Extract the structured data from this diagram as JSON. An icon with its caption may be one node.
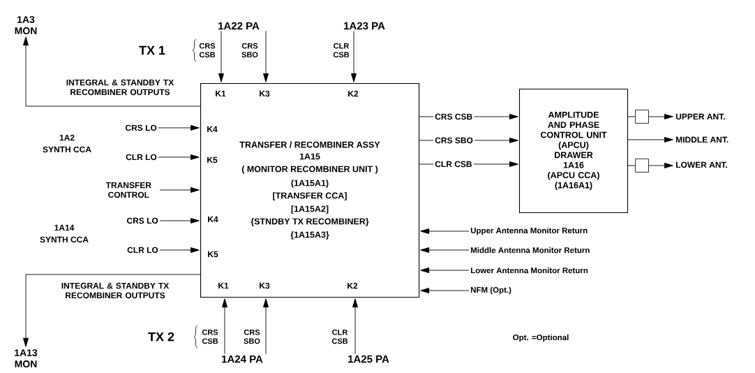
{
  "diagram": {
    "nodes": [
      {
        "text": [
          "TRANSFER / RECOMBINER ASSY",
          "1A15",
          "( MONITOR RECOMBINER UNIT )",
          "(1A15A1)",
          "[TRANSFER CCA]",
          "[1A15A2]",
          "{STNDBY TX RECOMBINER}",
          "{1A15A3}"
        ]
      },
      {
        "text": [
          "AMPLITUDE AND PHASE CONTROL UNIT",
          "(APCU)",
          "DRAWER",
          "1A16",
          "(APCU CCA)",
          "(1A16A1)"
        ]
      },
      {
        "text": [],
        "shape": "box"
      },
      {
        "text": [],
        "shape": "box"
      },
      {
        "text": [
          "1A3 MON"
        ]
      },
      {
        "text": [
          "1A13 MON"
        ]
      },
      {
        "text": [
          "CRS LO"
        ]
      },
      {
        "text": [
          "CLR LO"
        ]
      },
      {
        "text": [
          "TRANSFER CONTROL"
        ]
      },
      {
        "text": [
          "CRS LO"
        ]
      },
      {
        "text": [
          "CLR LO"
        ]
      },
      {
        "text": [
          "CRS CSB"
        ]
      },
      {
        "text": [
          "CRS SBO"
        ]
      },
      {
        "text": [
          "CLR CSB"
        ]
      },
      {
        "text": [
          "UPPER ANT."
        ]
      },
      {
        "text": [
          "MIDDLE ANT."
        ]
      },
      {
        "text": [
          "LOWER ANT."
        ]
      },
      {
        "text": [
          "Upper Antenna Monitor Return"
        ]
      },
      {
        "text": [
          "Middle Antenna Monitor Return"
        ]
      },
      {
        "text": [
          "Lower Antenna Monitor Return"
        ]
      },
      {
        "text": [
          "NFM (Opt.)"
        ]
      },
      {
        "text": [
          "1A22 PA"
        ]
      },
      {
        "text": [
          "1A23 PA"
        ]
      },
      {
        "text": [
          "1A24 PA"
        ]
      },
      {
        "text": [
          "1A25 PA"
        ]
      }
    ],
    "edges": [
      {
        "from": 0,
        "to": 4,
        "arrow": "to"
      },
      {
        "from": 0,
        "to": 5,
        "arrow": "to"
      },
      {
        "from": 21,
        "to": 0,
        "arrow": "to"
      },
      {
        "from": 21,
        "to": 0,
        "arrow": "to"
      },
      {
        "from": 22,
        "to": 0,
        "arrow": "to"
      },
      {
        "from": 23,
        "to": 0,
        "arrow": "to"
      },
      {
        "from": 23,
        "to": 0,
        "arrow": "to"
      },
      {
        "from": 24,
        "to": 0,
        "arrow": "to"
      },
      {
        "from": 6,
        "to": 0,
        "arrow": "to"
      },
      {
        "from": 7,
        "to": 0,
        "arrow": "to"
      },
      {
        "from": 8,
        "to": 0,
        "arrow": "to"
      },
      {
        "from": 9,
        "to": 0,
        "arrow": "to"
      },
      {
        "from": 10,
        "to": 0,
        "arrow": "to"
      },
      {
        "from": 0,
        "to": 11,
        "arrow": "none"
      },
      {
        "from": 0,
        "to": 12,
        "arrow": "none"
      },
      {
        "from": 0,
        "to": 13,
        "arrow": "none"
      },
      {
        "from": 11,
        "to": 1,
        "arrow": "to"
      },
      {
        "from": 12,
        "to": 1,
        "arrow": "to"
      },
      {
        "from": 13,
        "to": 1,
        "arrow": "to"
      },
      {
        "from": 1,
        "to": 2,
        "arrow": "none"
      },
      {
        "from": 2,
        "to": 14,
        "arrow": "to"
      },
      {
        "from": 1,
        "to": 15,
        "arrow": "to"
      },
      {
        "from": 1,
        "to": 3,
        "arrow": "none"
      },
      {
        "from": 3,
        "to": 16,
        "arrow": "to"
      },
      {
        "from": 17,
        "to": 0,
        "arrow": "to"
      },
      {
        "from": 18,
        "to": 0,
        "arrow": "to"
      },
      {
        "from": 19,
        "to": 0,
        "arrow": "to"
      },
      {
        "from": 20,
        "to": 0,
        "arrow": "to"
      }
    ],
    "labels": [
      "TX 1",
      "CRS CSB",
      "CRS SBO",
      "CLR CSB",
      "INTEGRAL & STANDBY TX RECOMBINER OUTPUTS",
      "K1",
      "K3",
      "K2",
      "1A2",
      "SYNTH CCA",
      "K4",
      "K5",
      "K4",
      "1A14",
      "SYNTH CCA",
      "K5",
      "INTEGRAL & STANDBY TX RECOMBINER OUTPUTS",
      "K1",
      "K3",
      "K2",
      "TX 2",
      "CRS CSB",
      "CRS SBO",
      "CLR CSB",
      "Opt. =Optional"
    ]
  }
}
